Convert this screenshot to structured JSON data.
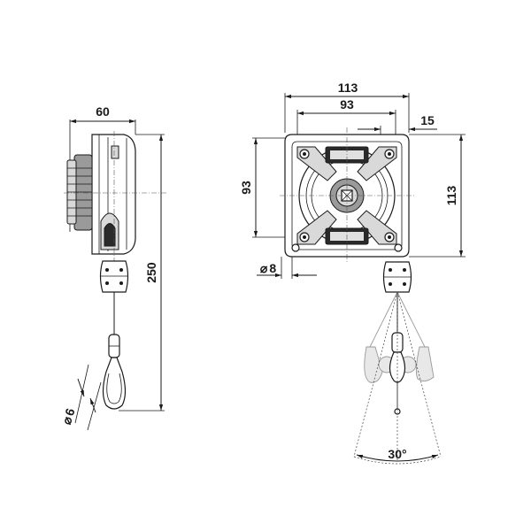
{
  "side_view": {
    "width_label": "60",
    "height_label": "250",
    "cable_label": "6"
  },
  "front_view": {
    "overall_width_label": "113",
    "hole_spacing_h_label": "93",
    "offset_label": "15",
    "hole_spacing_v_label": "93",
    "overall_height_label": "113",
    "hole_diameter_label": "8",
    "swing_angle_label": "30°"
  },
  "symbols": {
    "diameter": "⌀"
  }
}
